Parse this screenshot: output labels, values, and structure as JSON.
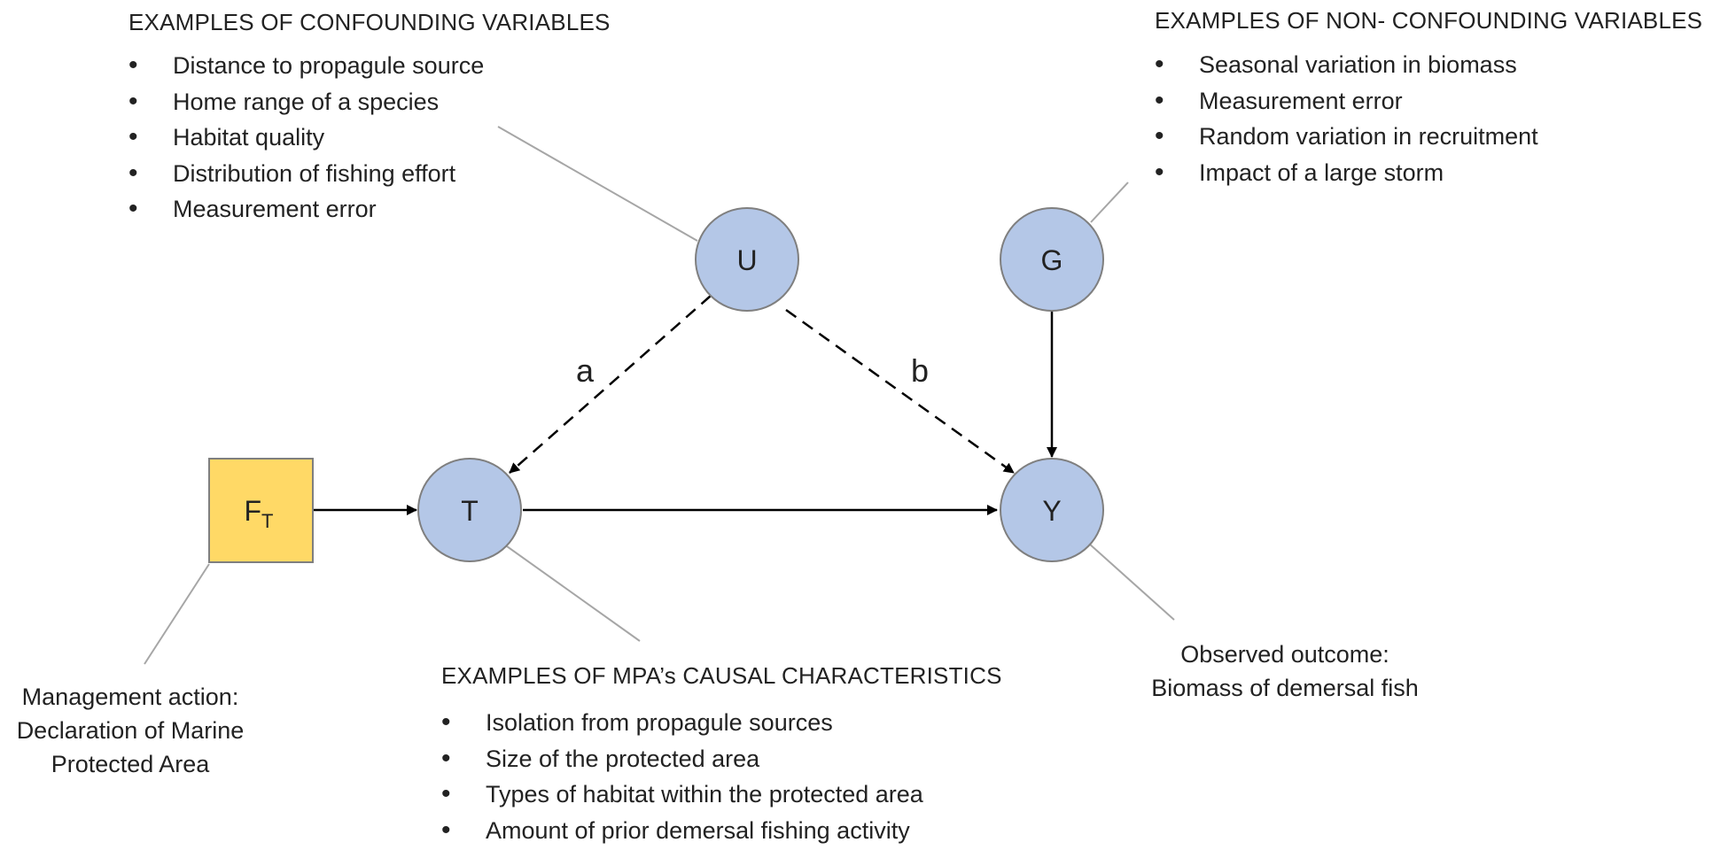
{
  "confounding": {
    "heading": "EXAMPLES OF CONFOUNDING VARIABLES",
    "items": [
      "Distance to propagule source",
      "Home range of a species",
      "Habitat quality",
      "Distribution of fishing effort",
      "Measurement error"
    ]
  },
  "non_confounding": {
    "heading": "EXAMPLES OF NON- CONFOUNDING VARIABLES",
    "items": [
      "Seasonal variation in biomass",
      "Measurement error",
      "Random variation in recruitment",
      "Impact of a large storm"
    ]
  },
  "causal": {
    "heading": "EXAMPLES OF MPA’s CAUSAL CHARACTERISTICS",
    "items": [
      "Isolation from propagule sources",
      "Size of the protected area",
      "Types of habitat within the protected area",
      "Amount of prior demersal fishing activity"
    ]
  },
  "management": {
    "lines": [
      "Management action:",
      "Declaration of Marine",
      "Protected Area"
    ]
  },
  "outcome": {
    "lines": [
      "Observed outcome:",
      "Biomass of demersal fish"
    ]
  },
  "nodes": {
    "U": "U",
    "G": "G",
    "T": "T",
    "Y": "Y",
    "F": {
      "main": "F",
      "sub": "T"
    }
  },
  "edge_labels": {
    "a": "a",
    "b": "b"
  },
  "colors": {
    "node_fill": "#b4c7e7",
    "node_stroke": "#7f7f7f",
    "box_fill": "#ffd966",
    "leader": "#a6a6a6",
    "arrow": "#000000"
  }
}
